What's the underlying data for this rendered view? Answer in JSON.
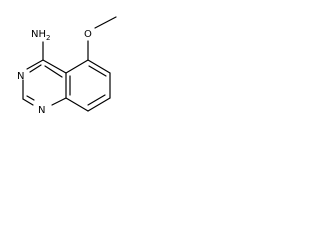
{
  "molecule": {
    "atoms": {
      "n3": "N",
      "n1": "N",
      "amino": "NH2",
      "methoxy_oxygen": "O"
    }
  }
}
